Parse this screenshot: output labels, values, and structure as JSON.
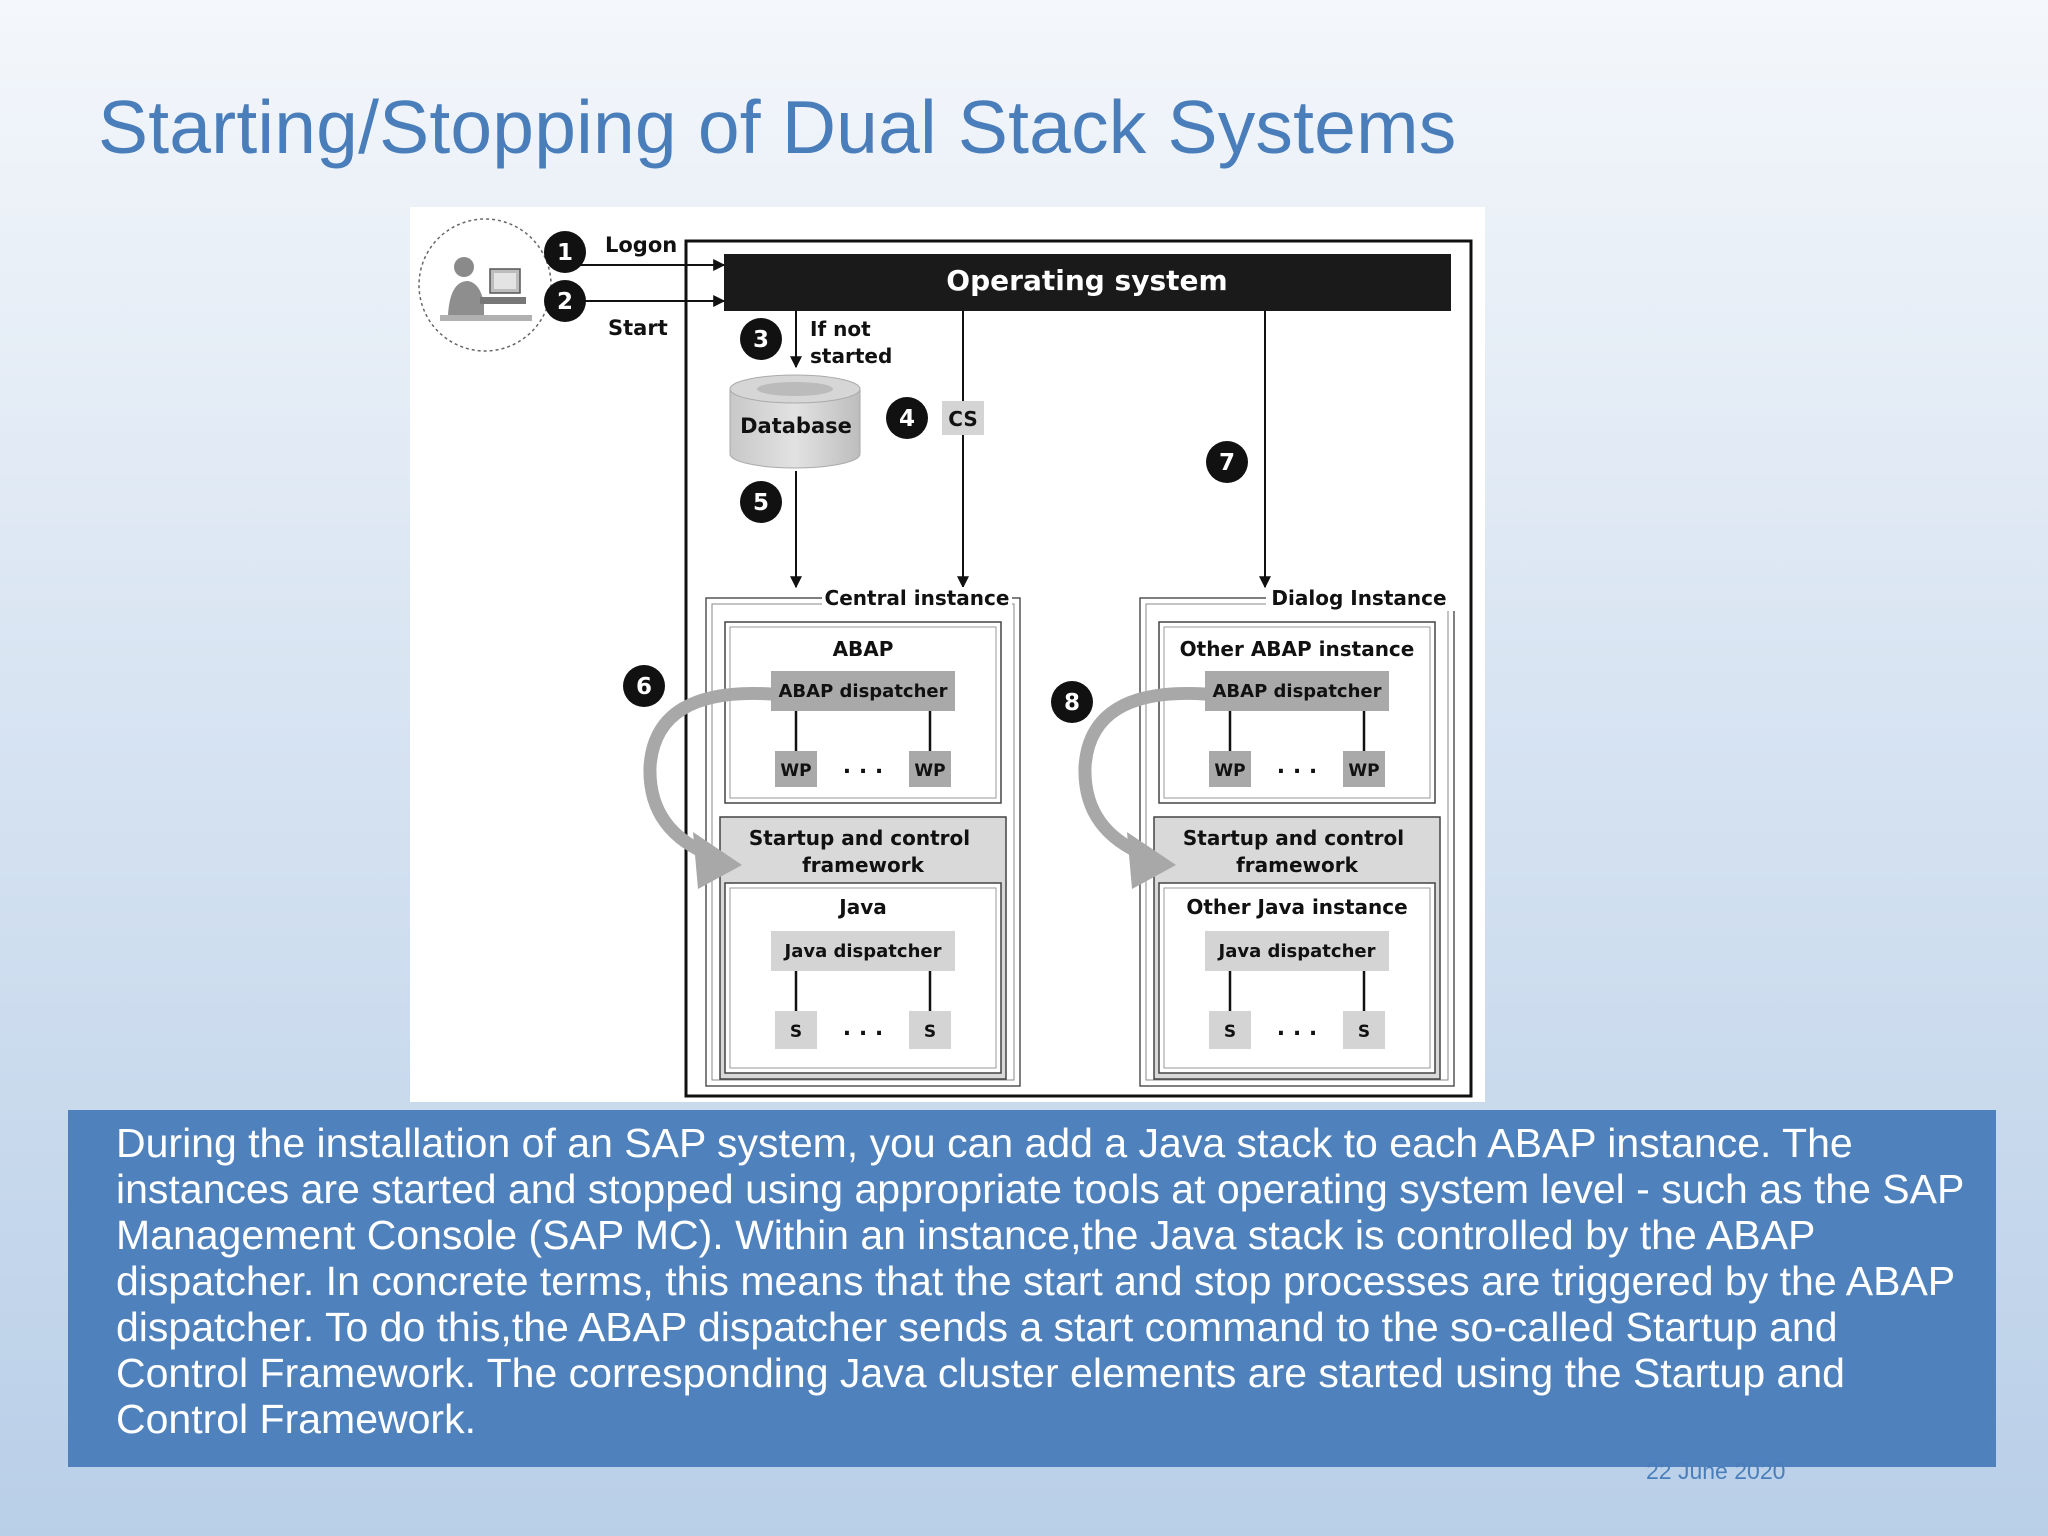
{
  "slide": {
    "title": "Starting/Stopping of Dual Stack Systems",
    "date": "22 June 2020",
    "body_text": "During the installation of an SAP system, you can add a Java stack to each ABAP instance. The instances are started and stopped using appropriate tools at operating system level - such as the SAP Management Console (SAP MC). Within an instance,the Java stack is controlled by the ABAP dispatcher. In concrete terms, this means that the start and stop processes are triggered by the ABAP dispatcher. To do this,the ABAP dispatcher sends a start command to the so-called Startup and Control Framework. The corresponding Java cluster elements are started using the Startup and Control Framework."
  },
  "diagram": {
    "steps": [
      "1",
      "2",
      "3",
      "4",
      "5",
      "6",
      "7",
      "8"
    ],
    "logon_label": "Logon",
    "start_label": "Start",
    "os_label": "Operating system",
    "if_not_started_line1": "If not",
    "if_not_started_line2": "started",
    "database_label": "Database",
    "cs_label": "CS",
    "central_instance": {
      "label": "Central instance",
      "abap_title": "ABAP",
      "abap_dispatcher": "ABAP dispatcher",
      "wp": "WP",
      "dots": ". . .",
      "framework_line1": "Startup and control",
      "framework_line2": "framework",
      "java_title": "Java",
      "java_dispatcher": "Java dispatcher",
      "s": "S"
    },
    "dialog_instance": {
      "label": "Dialog Instance",
      "abap_title": "Other ABAP instance",
      "abap_dispatcher": "ABAP dispatcher",
      "wp": "WP",
      "dots": ". . .",
      "framework_line1": "Startup and control",
      "framework_line2": "framework",
      "java_title": "Other Java instance",
      "java_dispatcher": "Java dispatcher",
      "s": "S"
    }
  }
}
